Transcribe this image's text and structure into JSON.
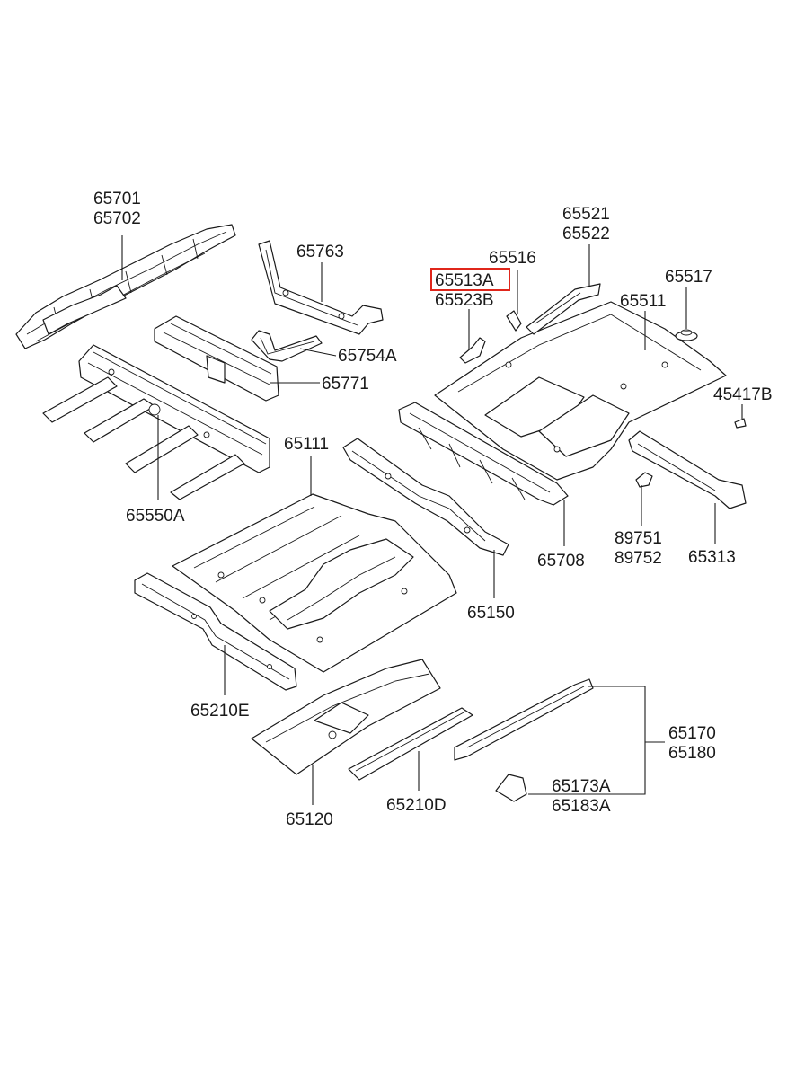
{
  "diagram": {
    "highlight_color": "#e0261b",
    "labels": {
      "l65701": "65701",
      "l65702": "65702",
      "l65763": "65763",
      "l65754A": "65754A",
      "l65771": "65771",
      "l65550A": "65550A",
      "l65111": "65111",
      "l65210E": "65210E",
      "l65150": "65150",
      "l65708": "65708",
      "l65521": "65521",
      "l65522": "65522",
      "l65516": "65516",
      "l65513A": "65513A",
      "l65523B": "65523B",
      "l65517": "65517",
      "l65511": "65511",
      "l45417B": "45417B",
      "l89751": "89751",
      "l89752": "89752",
      "l65313": "65313",
      "l65120": "65120",
      "l65210D": "65210D",
      "l65170": "65170",
      "l65180": "65180",
      "l65173A": "65173A",
      "l65183A": "65183A"
    }
  }
}
